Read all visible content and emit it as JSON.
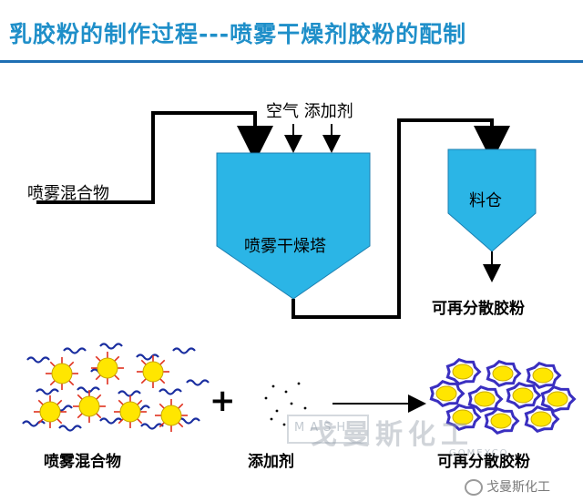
{
  "title": "乳胶粉的制作过程---喷雾干燥剂胶粉的配制",
  "top": {
    "inputs_label": "空气  添加剂",
    "mixture_label": "喷雾混合物",
    "tower_label": "喷雾干燥塔",
    "silo_label": "料仓",
    "output_label": "可再分散胶粉"
  },
  "bottom": {
    "mixture_label": "喷雾混合物",
    "plus": "+",
    "additive_label": "添加剂",
    "product_label": "可再分散胶粉"
  },
  "watermark": {
    "text": "戈曼斯化工",
    "sub": "GOMEXCO",
    "logo": "MASH"
  },
  "footer": {
    "brand": "戈曼斯化工"
  },
  "colors": {
    "title": "#1f8fc9",
    "rule": "#1f6fb3",
    "vessel": "#2bb5e6",
    "particle_fill": "#ffe600",
    "particle_spike": "#e0301e",
    "squiggle": "#1a2ea0",
    "shell": "#3a2fc0"
  }
}
